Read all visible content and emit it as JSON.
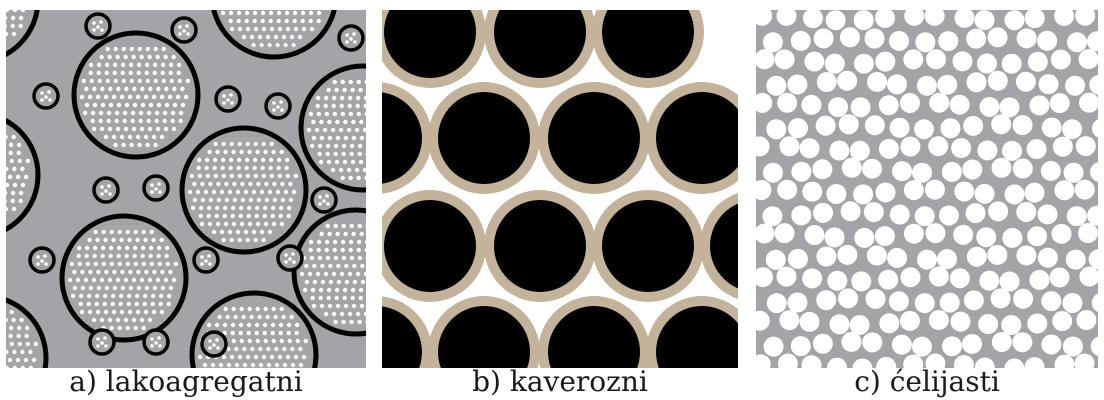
{
  "captions": {
    "a": "a) lakoagregatni",
    "b": "b) kaverozni",
    "c": "c) ćelijasti"
  },
  "colors": {
    "matrix_gray": "#a3a4a8",
    "pore_white": "#ffffff",
    "outline_black": "#000000",
    "paste_tan": "#c2b39a"
  }
}
